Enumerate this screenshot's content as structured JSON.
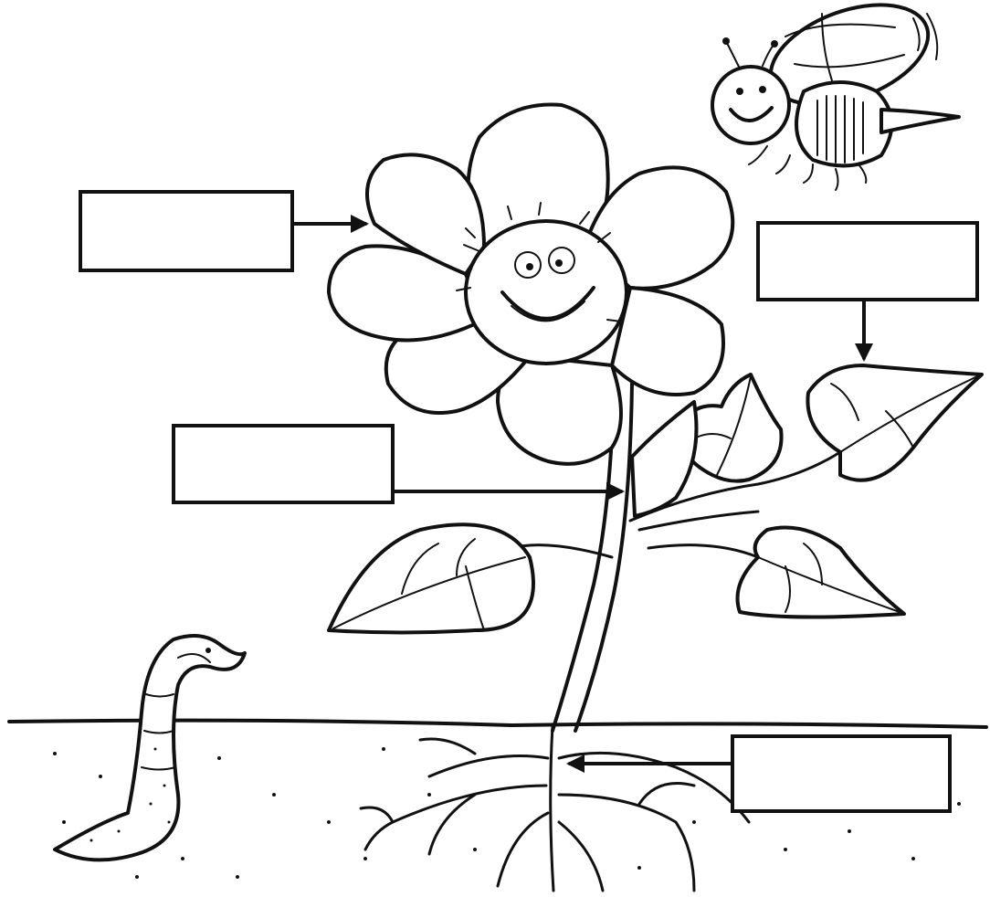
{
  "worksheet": {
    "labels": [
      {
        "id": "flower",
        "text": ""
      },
      {
        "id": "leaf",
        "text": ""
      },
      {
        "id": "stem",
        "text": ""
      },
      {
        "id": "roots",
        "text": ""
      }
    ]
  }
}
